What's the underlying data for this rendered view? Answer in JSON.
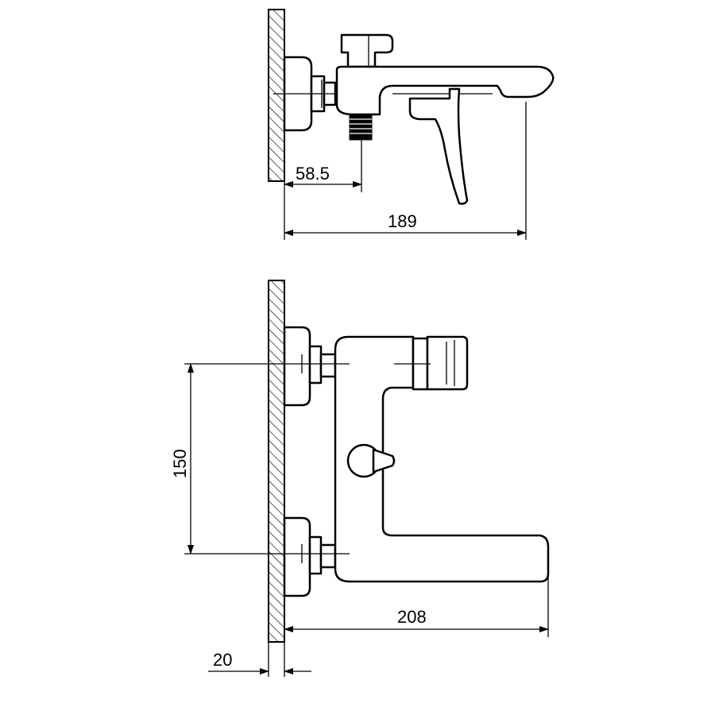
{
  "dimensions": {
    "side_thread_offset": "58.5",
    "side_spout_reach": "189",
    "front_connection_spacing": "150",
    "front_total_depth": "208",
    "front_wall_thickness": "20"
  },
  "colors": {
    "line": "#000000",
    "background": "#ffffff"
  }
}
